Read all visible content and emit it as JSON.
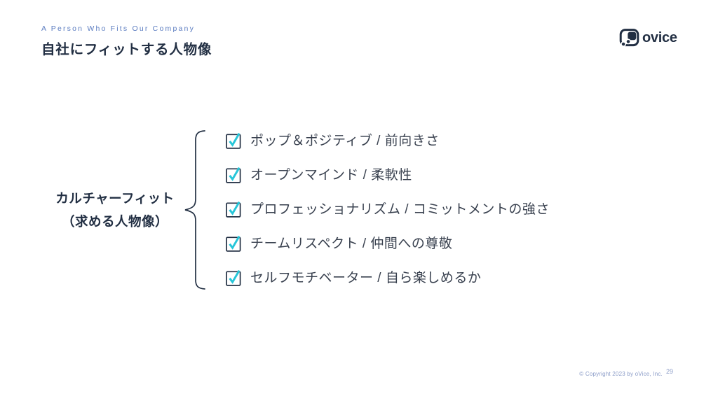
{
  "header": {
    "eyebrow": "A Person Who Fits Our Company",
    "title": "自社にフィットする人物像"
  },
  "logo": {
    "text": "ovice",
    "icon": "ovice-bubble-icon"
  },
  "culture_fit": {
    "line1": "カルチャーフィット",
    "line2": "（求める人物像）"
  },
  "checklist": {
    "checkbox_icon": "checked-checkbox-icon",
    "items": [
      "ポップ＆ポジティブ / 前向きさ",
      "オープンマインド / 柔軟性",
      "プロフェッショナリズム / コミットメントの強さ",
      "チームリスペクト / 仲間への尊敬",
      "セルフモチベーター / 自ら楽しめるか"
    ]
  },
  "footer": {
    "copyright": "© Copyright 2023 by oVice, Inc.",
    "page_number": "29"
  },
  "colors": {
    "background": "#ffffff",
    "eyebrow": "#5b7cc0",
    "ink": "#222f43",
    "body_text": "#39414f",
    "check": "#27c6d9",
    "footer_text": "#8a9bc7"
  }
}
